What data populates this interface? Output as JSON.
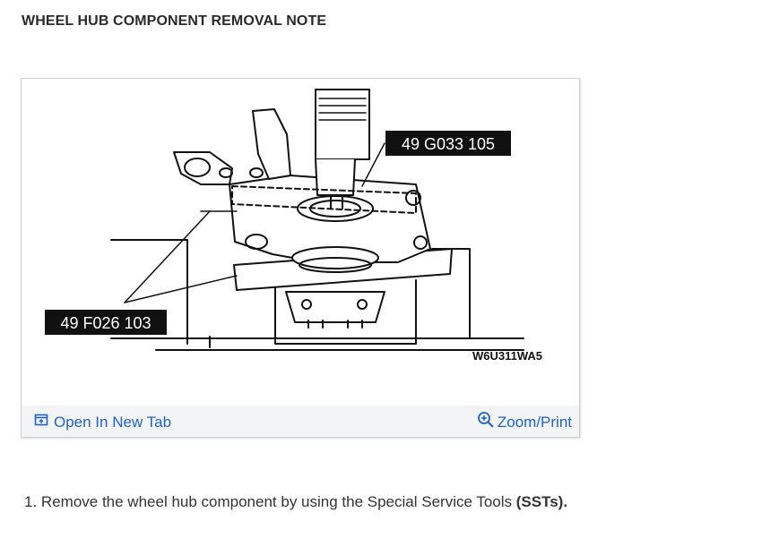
{
  "page": {
    "title": "WHEEL HUB COMPONENT REMOVAL NOTE"
  },
  "figure": {
    "callouts": {
      "upper_tool": "49 G033 105",
      "lower_tool": "49 F026 103"
    },
    "figure_code": "W6U311WA5",
    "footer": {
      "open_tab_label": "Open In New Tab",
      "zoom_print_label": "Zoom/Print",
      "open_tab_icon": "open-in-new-tab-icon",
      "zoom_icon": "zoom-in-icon"
    }
  },
  "instructions": {
    "step_number": "1.",
    "step_text": "Remove the wheel hub component by using the Special Service Tools",
    "step_emphasis": "(SSTs)."
  },
  "colors": {
    "link": "#1f63c6",
    "footer_bg": "#f3f4f6",
    "label_bg": "#111111"
  }
}
